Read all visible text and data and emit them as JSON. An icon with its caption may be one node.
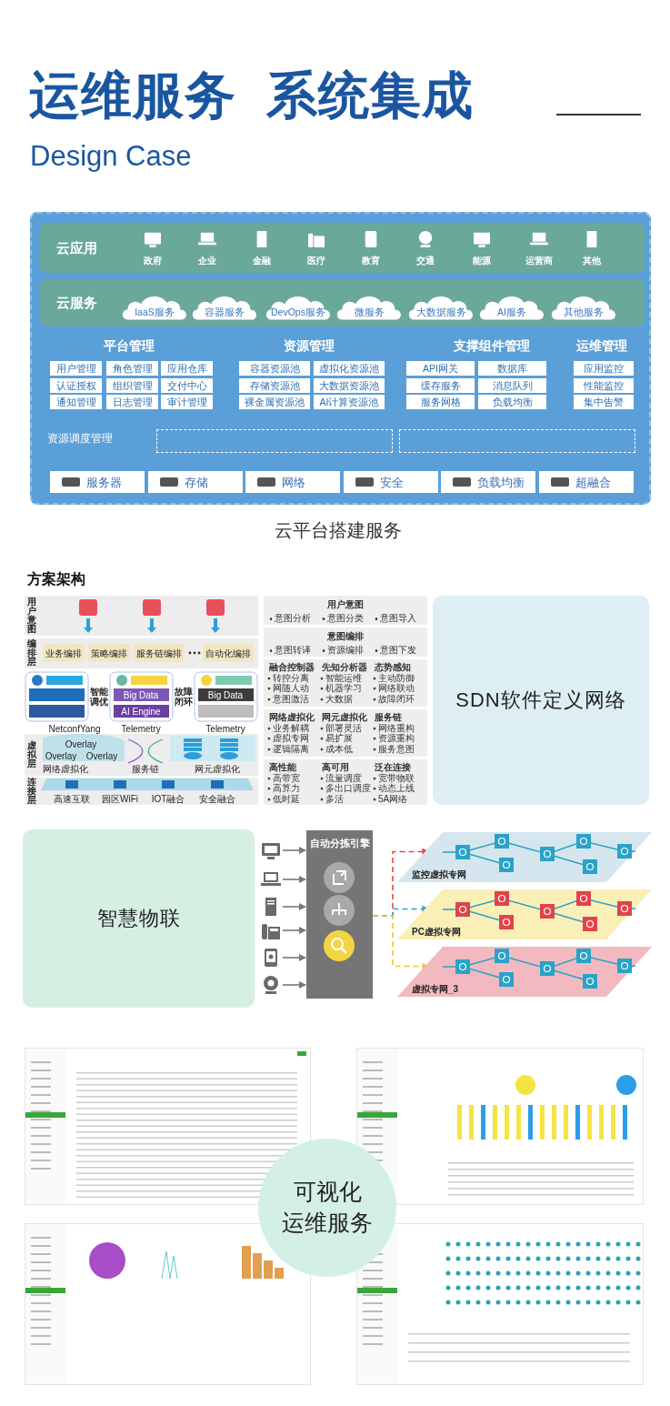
{
  "diagram": {
    "title": "运维服务  系统集成",
    "nodes": [
      {
        "text": [],
        "shape": "box"
      },
      {
        "text": [
          "云应用"
        ],
        "in": 0
      },
      {
        "text": [
          "云服务"
        ],
        "in": 0
      },
      {
        "text": [
          "IaaS服务"
        ],
        "in": 2
      },
      {
        "text": [
          "容器服务"
        ],
        "in": 2
      },
      {
        "text": [
          "DevOps服务"
        ],
        "in": 2
      },
      {
        "text": [
          "微服务"
        ],
        "in": 2
      },
      {
        "text": [
          "大数据服务"
        ],
        "in": 2
      },
      {
        "text": [
          "AI服务"
        ],
        "in": 2
      },
      {
        "text": [
          "其他服务"
        ],
        "in": 2
      },
      {
        "text": [
          "用户管理"
        ],
        "in": 0
      },
      {
        "text": [
          "角色管理"
        ],
        "in": 0
      },
      {
        "text": [
          "应用仓库"
        ],
        "in": 0
      },
      {
        "text": [
          "认证授权"
        ],
        "in": 0
      },
      {
        "text": [
          "组织管理"
        ],
        "in": 0
      },
      {
        "text": [
          "交付中心"
        ],
        "in": 0
      },
      {
        "text": [
          "通知管理"
        ],
        "in": 0
      },
      {
        "text": [
          "日志管理"
        ],
        "in": 0
      },
      {
        "text": [
          "审计管理"
        ],
        "in": 0
      },
      {
        "text": [
          "容器资源池"
        ],
        "in": 0
      },
      {
        "text": [
          "虚拟化资源池"
        ],
        "in": 0
      },
      {
        "text": [
          "存储资源池"
        ],
        "in": 0
      },
      {
        "text": [
          "大数据资源池"
        ],
        "in": 0
      },
      {
        "text": [
          "裸金属资源池"
        ],
        "in": 0
      },
      {
        "text": [
          "AI计算资源池"
        ],
        "in": 0
      },
      {
        "text": [
          "API网关"
        ],
        "in": 0
      },
      {
        "text": [
          "数据库"
        ],
        "in": 0
      },
      {
        "text": [
          "缓存服务"
        ],
        "in": 0
      },
      {
        "text": [
          "消息队列"
        ],
        "in": 0
      },
      {
        "text": [
          "服务网格"
        ],
        "in": 0
      },
      {
        "text": [
          "负载均衡"
        ],
        "in": 0
      },
      {
        "text": [
          "应用监控"
        ],
        "in": 0
      },
      {
        "text": [
          "性能监控"
        ],
        "in": 0
      },
      {
        "text": [
          "集中告警"
        ],
        "in": 0
      },
      {
        "text": [],
        "shape": "box",
        "in": 0
      },
      {
        "text": [],
        "shape": "box",
        "in": 0
      },
      {
        "text": [
          "服务器"
        ],
        "in": 0
      },
      {
        "text": [
          "存储"
        ],
        "in": 0
      },
      {
        "text": [
          "网络"
        ],
        "in": 0
      },
      {
        "text": [
          "安全"
        ],
        "in": 0
      },
      {
        "text": [
          "负载均衡"
        ],
        "in": 0
      },
      {
        "text": [
          "超融合"
        ],
        "in": 0
      },
      {
        "text": [],
        "shape": "picture"
      },
      {
        "text": [
          "用户意图",
          "意图分析",
          "意图分类",
          "意图导入"
        ]
      },
      {
        "text": [
          "意图编排",
          "意图转译",
          "资源编排",
          "意图下发"
        ]
      },
      {
        "text": [
          "融合控制器",
          "转控分离",
          "网随人动",
          "意图激活",
          "先知分析器",
          "智能运维",
          "机器学习",
          "大数据",
          "态势感知",
          "主动防御",
          "网络联动",
          "故障闭环"
        ]
      },
      {
        "text": [
          "网络虚拟化",
          "业务解耦",
          "虚拟专网",
          "逻辑隔离",
          "网元虚拟化",
          "部署灵活",
          "易扩展",
          "成本低",
          "服务链",
          "网络重构",
          "资源重构",
          "服务意图"
        ]
      },
      {
        "text": [
          "高性能",
          "高带宽",
          "高算力",
          "低时延",
          "高可用",
          "流量调度",
          "多出口调度",
          "多活",
          "泛在连接",
          "宽带物联",
          "动态上线",
          "5A网络"
        ]
      },
      {
        "text": [
          "SDN软件定义网络"
        ]
      },
      {
        "text": [
          "智慧物联"
        ]
      },
      {
        "text": [],
        "shape": "picture"
      },
      {
        "text": [],
        "shape": "picture"
      },
      {
        "text": [],
        "shape": "picture"
      },
      {
        "text": [],
        "shape": "picture"
      },
      {
        "text": [],
        "shape": "picture"
      },
      {
        "text": [],
        "shape": "picture"
      },
      {
        "text": [
          "自动分拣引擎"
        ]
      },
      {
        "text": [],
        "shape": "circle",
        "in": 56
      },
      {
        "text": [],
        "shape": "circle",
        "in": 56
      },
      {
        "text": [],
        "shape": "circle",
        "in": 56
      },
      {
        "text": [
          "监控虚拟专网"
        ]
      },
      {
        "text": [
          "PC虚拟专网"
        ]
      },
      {
        "text": [
          "虚拟专网_3"
        ]
      },
      {
        "text": [],
        "shape": "picture"
      },
      {
        "text": [],
        "shape": "picture"
      },
      {
        "text": [],
        "shape": "picture"
      },
      {
        "text": [],
        "shape": "picture"
      },
      {
        "text": [
          "可视化运维服务"
        ]
      }
    ],
    "edges": [
      {
        "from": 50,
        "to": 56,
        "arrow": "to"
      },
      {
        "from": 51,
        "to": 56,
        "arrow": "to"
      },
      {
        "from": 52,
        "to": 56,
        "arrow": "to"
      },
      {
        "from": 53,
        "to": 56,
        "arrow": "to"
      },
      {
        "from": 54,
        "to": 56,
        "arrow": "to"
      },
      {
        "from": 55,
        "to": 56,
        "arrow": "to"
      },
      {
        "from": 56,
        "to": 60,
        "arrow": "to",
        "style": "dashed",
        "color": "#e8444b"
      },
      {
        "from": 56,
        "to": 61,
        "arrow": "to",
        "style": "dashed",
        "color": "#2aa7d6"
      },
      {
        "from": 56,
        "to": 62,
        "arrow": "to",
        "style": "dashed",
        "color": "#f2c531"
      }
    ],
    "labels": [
      "Design Case",
      "政府",
      "企业",
      "金融",
      "医疗",
      "教育",
      "交通",
      "能源",
      "运营商",
      "其他",
      "平台管理",
      "资源管理",
      "支撑组件管理",
      "运维管理",
      "资源调度管理",
      "云平台搭建服务",
      "方案架构",
      "用户意图",
      "编排层",
      "业务编排",
      "策略编排",
      "服务链编排",
      "自动化编排",
      "智能调优",
      "故障闭环",
      "Big Data",
      "AI Engine",
      "Big Data",
      "NetconfYang",
      "Telemetry",
      "Telemetry",
      "虚拟层",
      "Overlay",
      "Overlay",
      "Overlay",
      "网络虚拟化",
      "服务链",
      "网元虚拟化",
      "连接层",
      "高速互联",
      "园区WiFi",
      "IOT融合",
      "安全融合"
    ]
  }
}
